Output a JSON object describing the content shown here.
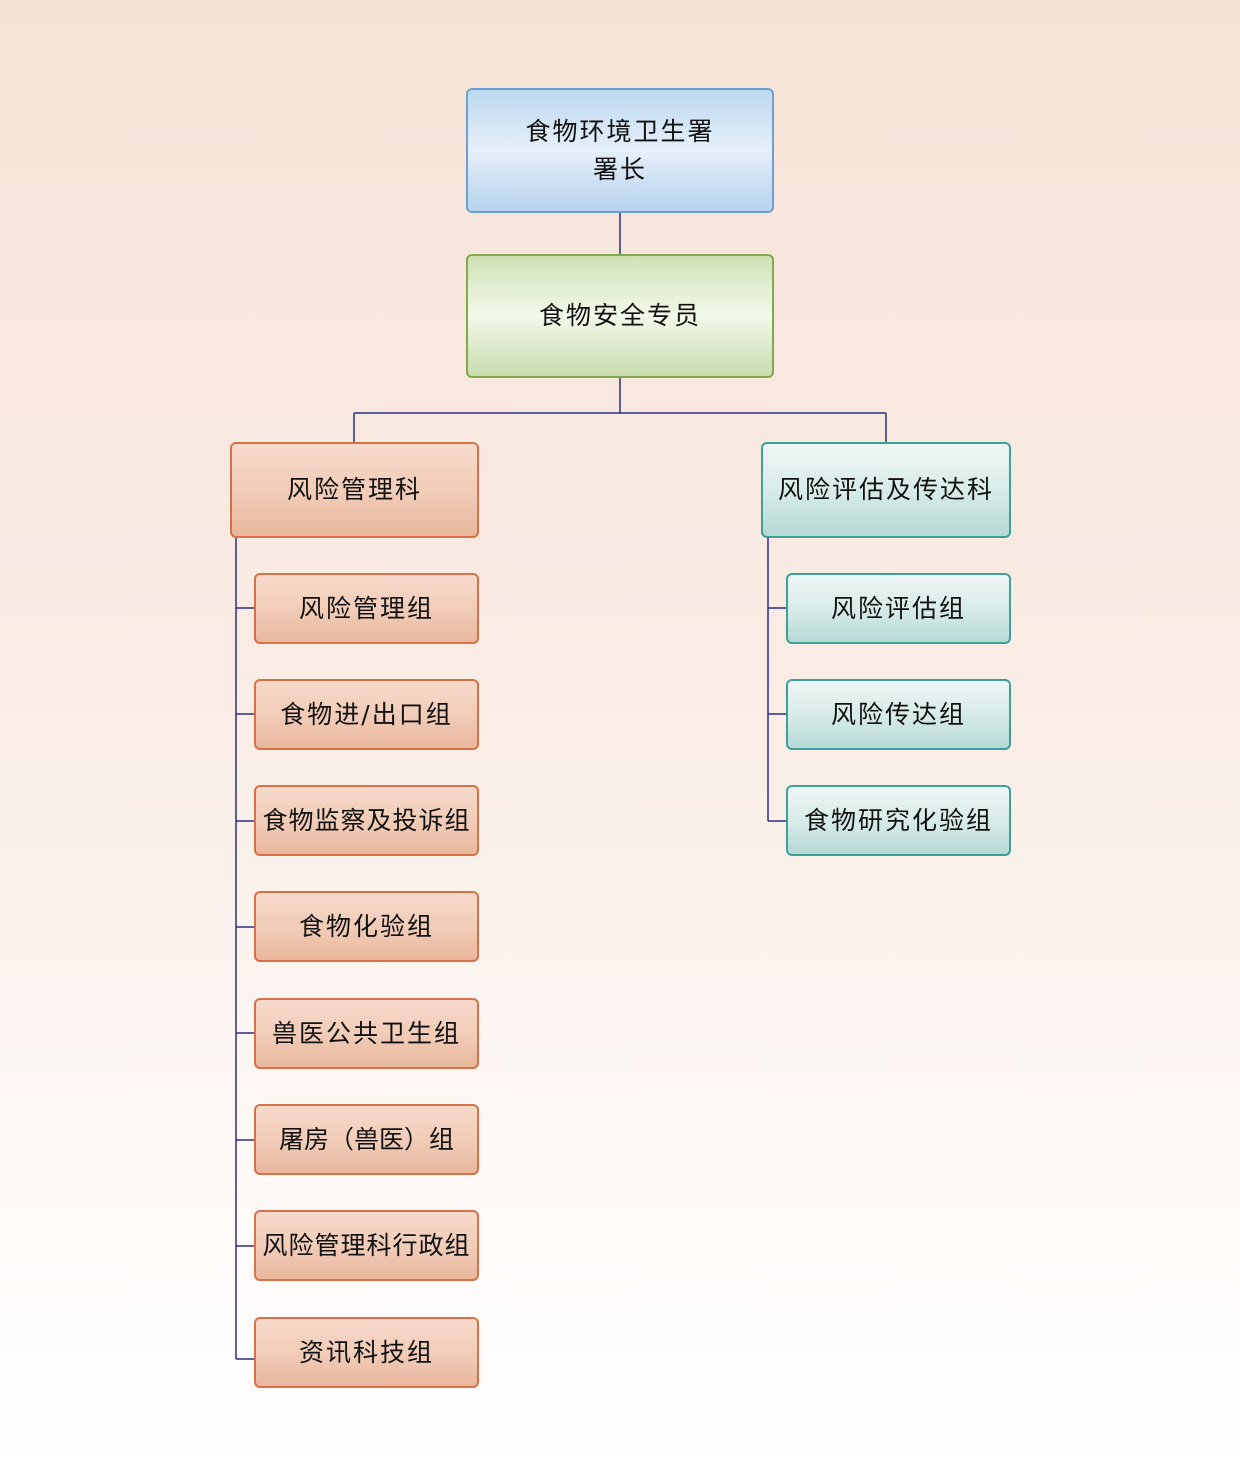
{
  "chart": {
    "director": {
      "line1": "食物环境卫生署",
      "line2": "署长"
    },
    "controller": "食物安全专员",
    "left_branch": {
      "title": "风险管理科",
      "units": [
        "风险管理组",
        "食物进/出口组",
        "食物监察及投诉组",
        "食物化验组",
        "兽医公共卫生组",
        "屠房（兽医）组",
        "风险管理科行政组",
        "资讯科技组"
      ]
    },
    "right_branch": {
      "title": "风险评估及传达科",
      "units": [
        "风险评估组",
        "风险传达组",
        "食物研究化验组"
      ]
    }
  },
  "colors": {
    "connector": "#2b2f86",
    "director_border": "#6f9fd0",
    "controller_border": "#7fab4a",
    "left_border": "#d6714a",
    "right_border": "#3f9e98"
  }
}
